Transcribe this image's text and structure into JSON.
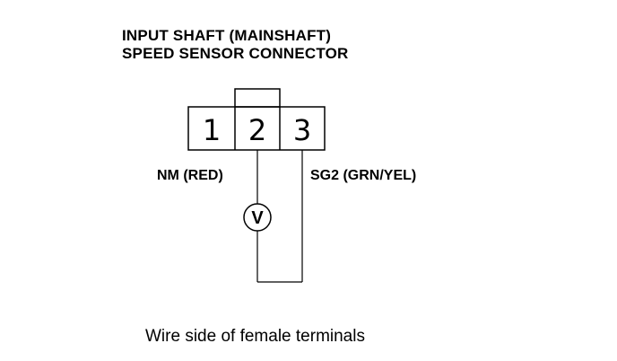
{
  "title": {
    "line1": "INPUT SHAFT (MAINSHAFT)",
    "line2": "SPEED SENSOR CONNECTOR"
  },
  "connector": {
    "pins": [
      "1",
      "2",
      "3"
    ]
  },
  "wires": {
    "left_label": "NM (RED)",
    "right_label": "SG2 (GRN/YEL)"
  },
  "meter": {
    "symbol": "V",
    "icon": "voltmeter-icon"
  },
  "caption": "Wire side of female terminals",
  "colors": {
    "ink": "#000000",
    "background": "#ffffff"
  }
}
